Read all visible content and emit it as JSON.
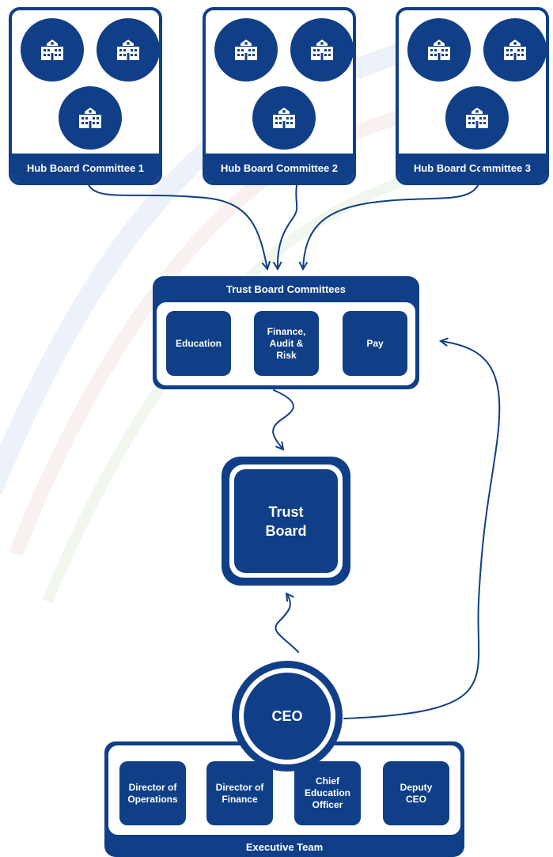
{
  "colors": {
    "primary": "#103f88",
    "background": "#ffffff"
  },
  "hubs": [
    {
      "label": "Hub Board Committee 1",
      "icon": "school-icon"
    },
    {
      "label": "Hub Board Committee 2",
      "icon": "school-icon"
    },
    {
      "label": "Hub Board Committee 3",
      "icon": "school-icon"
    }
  ],
  "trust_committees": {
    "title": "Trust Board Committees",
    "items": [
      "Education",
      "Finance,\nAudit &\nRisk",
      "Pay"
    ]
  },
  "trust_board": {
    "label": "Trust\nBoard"
  },
  "ceo": {
    "label": "CEO"
  },
  "executive_team": {
    "title": "Executive Team",
    "items": [
      "Director of\nOperations",
      "Director of\nFinance",
      "Chief\nEducation\nOfficer",
      "Deputy\nCEO"
    ]
  }
}
